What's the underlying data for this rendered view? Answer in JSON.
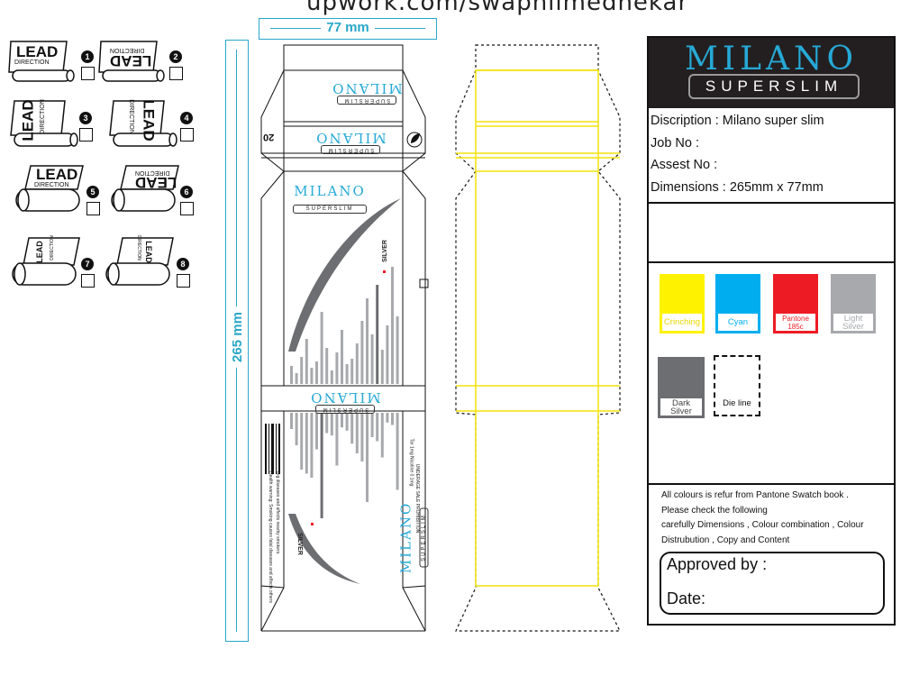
{
  "watermark": "upwork.com/swapnilmedhekar",
  "dimensions": {
    "width_label": "77 mm",
    "height_label": "265 mm"
  },
  "lead_directions": [
    {
      "num": "1",
      "title": "LEAD",
      "sub": "DIRECTION"
    },
    {
      "num": "2",
      "title": "LEAD",
      "sub": "DIRECTION"
    },
    {
      "num": "3",
      "title": "LEAD",
      "sub": "DIRECTION"
    },
    {
      "num": "4",
      "title": "LEAD",
      "sub": "DIRECTION"
    },
    {
      "num": "5",
      "title": "LEAD",
      "sub": "DIRECTION"
    },
    {
      "num": "6",
      "title": "LEAD",
      "sub": "DIRECTION"
    },
    {
      "num": "7",
      "title": "LEAD",
      "sub": "DIRECTION"
    },
    {
      "num": "8",
      "title": "LEAD",
      "sub": "DIRECTION"
    }
  ],
  "pack": {
    "brand": "MILANO",
    "brand_sub": "SUPERSLIM",
    "variant": "SILVER",
    "count": "20",
    "side_text_1": "Tar 1mg  Nicotine 0.1mg",
    "side_text_2": "UNDERAGE SALE PROHIBITION",
    "warning_text": "Health warning: Smoking causes fatal diseases and affects others",
    "warning_text_2": "Big diseases and affects nearby smokers."
  },
  "panel": {
    "logo": "MILANO",
    "logo_sub": "SUPERSLIM",
    "description": "Discription : Milano super slim",
    "job_no": "Job No :",
    "asset_no": "Assest No :",
    "dimensions": "Dimensions : 265mm x 77mm",
    "swatches": [
      {
        "name": "Crinching",
        "color": "#fff200",
        "label_color": "#e6d600"
      },
      {
        "name": "Cyan",
        "color": "#00aeef",
        "label_color": "#00aeef"
      },
      {
        "name": "Pantone 185c",
        "color": "#ed1c24",
        "label_color": "#ed1c24"
      },
      {
        "name": "Light Silver",
        "color": "#a7a9ac",
        "label_color": "#a7a9ac"
      },
      {
        "name": "Dark Silver",
        "color": "#6d6e71",
        "label_color": "#444444"
      },
      {
        "name": "Die line",
        "color": "#ffffff",
        "label_color": "#111111"
      }
    ],
    "note_lines": [
      "All colours is refur from Pantone Swatch book .",
      "Please check the following",
      "carefully  Dimensions , Colour combination , Colour",
      "Distrubution , Copy and Content"
    ],
    "approved_by": "Approved by :",
    "date": "Date:"
  },
  "colors": {
    "accent": "#26a9d6",
    "dieline": "#111111",
    "guide": "#f2e30a"
  }
}
